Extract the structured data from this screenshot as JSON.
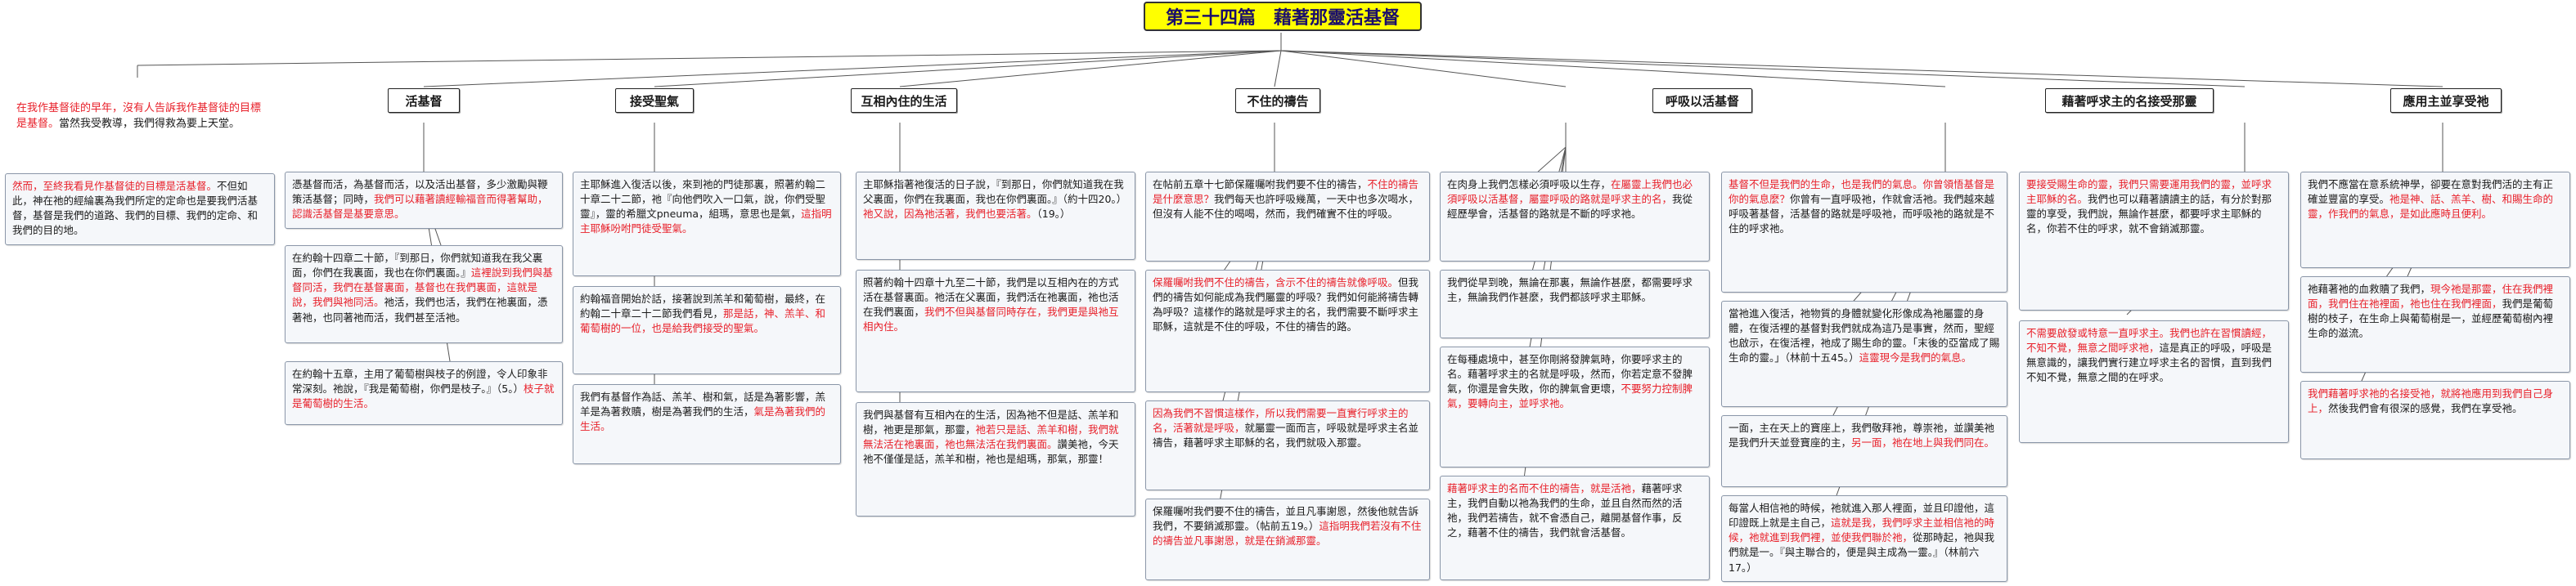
{
  "title": "第三十四篇　藉著那靈活基督",
  "colors": {
    "title_bg": "#ffff00",
    "red_text": "#e8202a",
    "node_bg": "#f5f7fa"
  },
  "intro": {
    "red": "在我作基督徒的早年，沒有人告訴我作基督徒的目標是基督。",
    "normal": "當然我受教導，我們得救為要上天堂。"
  },
  "left_note": {
    "red": "然而，至終我看見作基督徒的目標是活基督。",
    "normal": "不但如此，神在祂的經綸裏為我們所定的定命也是要我們活基督，基督是我們的道路、我們的目標、我們的定命、和我們的目的地。"
  },
  "branches": [
    {
      "label": "活基督",
      "nodes": [
        {
          "normal": "憑基督而活，為基督而活，以及活出基督，多少激勵與鞭策活基督；同時，",
          "red": "我們可以藉著讀經輸福音而得著幫助，認識活基督是基要意思。",
          "tail": ""
        },
        {
          "normal": "在約翰十四章二十節，『到那日，你們就知道我在我父裏面，你們在我裏面，我也在你們裏面。』",
          "red": "這裡說到我們與基督同活，我們在基督裏面，基督也在我們裏面，這就是說，我們與祂同活。",
          "tail": "祂活，我們也活，我們在祂裏面，憑著祂，也同著祂而活，我們甚至活祂。"
        },
        {
          "normal": "在約翰十五章，主用了葡萄樹與枝子的例證，令人印象非常深刻。祂說，『我是葡萄樹，你們是枝子。』（5。）",
          "red": "枝子就是葡萄樹的生活。",
          "tail": ""
        }
      ]
    },
    {
      "label": "接受聖氣",
      "nodes": [
        {
          "normal": "主耶穌進入復活以後，來到祂的門徒那裏，照著約翰二十章二十二節，祂『向他們吹入一口氣，說，你們受聖靈』，靈的希臘文pneuma，組瑪，意思也是氣，",
          "red": "這指明主耶穌吩咐門徒受聖氣。",
          "tail": ""
        },
        {
          "normal": "約翰福音開始於話，接著說到羔羊和葡萄樹，最終，在約翰二十章二十二節我們看見，",
          "red": "那是話，神、羔羊、和葡萄樹的一位，也是給我們接受的聖氣。",
          "tail": ""
        },
        {
          "normal": "我們有基督作為話、羔羊、樹和氣，話是為著影響，羔羊是為著救贖，樹是為著我們的生活，",
          "red": "氣是為著我們的生活。",
          "tail": ""
        }
      ]
    },
    {
      "label": "互相內住的生活",
      "nodes": [
        {
          "normal": "主耶穌指著祂復活的日子說，『到那日，你們就知道我在我父裏面，你們在我裏面，我也在你們裏面。』（約十四20。）",
          "red": "祂又說，因為祂活著，我們也要活著。",
          "tail": "（19。）"
        },
        {
          "normal": "照著約翰十四章十九至二十節，我們是以互相內在的方式活在基督裏面。祂活在父裏面，我們活在祂裏面，祂也活在我們裏面，",
          "red": "我們不但與基督同時存在，我們更是與祂互相內住。",
          "tail": ""
        },
        {
          "normal": "我們與基督有互相內在的生活，因為祂不但是話、羔羊和樹，祂更是那氣，那靈，",
          "red": "祂若只是話、羔羊和樹，我們就無法活在祂裏面，祂也無法活在我們裏面。",
          "tail": "讚美祂，今天祂不僅僅是話，羔羊和樹，祂也是組瑪，那氣，那靈！"
        }
      ]
    },
    {
      "label": "不住的禱告",
      "nodes": [
        {
          "normal": "在帖前五章十七節保羅囑咐我們要不住的禱告，",
          "red": "不住的禱告是什麼意思？",
          "tail": "我們每天也許呼吸幾萬，一天中也多次喝水，但沒有人能不住的喝喝，然而，我們確實不住的呼吸。"
        },
        {
          "normal": "",
          "red": "保羅囑咐我們不住的禱告，含示不住的禱告就像呼吸。",
          "tail": "但我們的禱告如何能成為我們屬靈的呼吸？我們如何能將禱告轉為呼吸？這樣作的路就是呼求主的名，我們需要不斷呼求主耶穌，這就是不住的呼吸，不住的禱告的路。"
        },
        {
          "normal": "",
          "red": "因為我們不習慣這樣作，所以我們需要一直實行呼求主的名，活著就是呼吸，",
          "tail": "就屬靈一面而言，呼吸就是呼求主名並禱告，藉著呼求主耶穌的名，我們就吸入那靈。"
        },
        {
          "normal": "保羅囑咐我們要不住的禱告，並且凡事謝恩，然後他就告訴我們，不要銷滅那靈。（帖前五19。）",
          "red": "這指明我們若沒有不住的禱告並凡事謝恩，就是在銷滅那靈。",
          "tail": ""
        }
      ]
    },
    {
      "label": "呼吸以活基督",
      "nodes": [
        {
          "normal": "在肉身上我們怎樣必須呼吸以生存，",
          "red": "在屬靈上我們也必須呼吸以活基督，屬靈呼吸的路就是呼求主的名，",
          "tail": "我從經歷學會，活基督的路就是不斷的呼求祂。"
        },
        {
          "normal": "我們從早到晚，無論在那裏，無論作甚麼，都需要呼求主，無論我們作甚麼，我們都該呼求主耶穌。",
          "red": "",
          "tail": ""
        },
        {
          "normal": "在每種處境中，甚至你剛將發脾氣時，你要呼求主的名。藉著呼求主的名就是呼吸，然而，你若定意不發脾氣，你還是會失敗，你的脾氣會更壞，",
          "red": "不要努力控制脾氣，要轉向主，並呼求祂。",
          "tail": ""
        },
        {
          "normal": "",
          "red": "藉著呼求主的名而不住的禱告，就是活祂，",
          "tail": "藉著呼求主，我們自動以祂為我們的生命，並且自然而然的活祂，我們若禱告，就不會憑自己，離開基督作事，反之，藉著不住的禱告，我們就會活基督。"
        }
      ]
    },
    {
      "label": "藉著呼求主的名接受那靈",
      "nodes": [
        {
          "normal": "",
          "red": "基督不但是我們的生命，也是我們的氣息。你曾領悟基督是你的氣息麼？",
          "tail": "你曾有一直呼吸祂，作就會活祂。我們越來越呼吸著基督，活基督的路就是呼吸祂，而呼吸祂的路就是不住的呼求祂。"
        },
        {
          "normal": "當祂進入復活，祂物質的身體就變化形像成為祂屬靈的身體，在復活裡的基督對我們就成為這乃是事實，然而，聖經也啟示，在復活裡，祂成了賜生命的靈。「末後的亞當成了賜生命的靈。」（林前十五45。）",
          "red": "這靈現今是我們的氣息。",
          "tail": ""
        },
        {
          "normal": "一面，主在天上的寶座上，我們敬拜祂，尊崇祂，並讚美祂是我們升天並登寶座的主，",
          "red": "另一面，祂在地上與我們同在。",
          "tail": ""
        },
        {
          "normal": "每當人相信祂的時候，祂就進入那人裡面，並且印證他，這印證既上就是主自己，",
          "red": "這就是我，我們呼求主並相信祂的時候，祂就進到我們裡，並使我們聯於祂，",
          "tail": "從那時起，祂與我們就是一。『與主聯合的，便是與主成為一靈。』（林前六17。）"
        }
      ]
    },
    {
      "label": "",
      "nodes": [
        {
          "normal": "",
          "red": "要接受賜生命的靈，我們只需要運用我們的靈，並呼求主耶穌的名。",
          "tail": "我們也可以藉著讀讀主的話，有分於對那靈的享受，我們說，無論作甚麼，都要呼求主耶穌的名，你若不住的呼求，就不會銷滅那靈。"
        },
        {
          "normal": "",
          "red": "不需要啟發或特意一直呼求主。我們也許在習慣讀經，不知不覺，無意之間呼求祂，",
          "tail": "這是真正的呼吸，呼吸是無意識的，讓我們實行建立呼求主名的習慣，直到我們不知不覺，無意之間的在呼求。"
        }
      ]
    },
    {
      "label": "應用主並享受祂",
      "nodes": [
        {
          "normal": "我們不應當在意系統神學，卻要在意對我們活的主有正確並豐富的享受。",
          "red": "祂是神、話、羔羊、樹、和賜生命的靈，作我們的氣息，是如此應時且便利。",
          "tail": ""
        },
        {
          "normal": "祂藉著祂的血救贖了我們，",
          "red": "現今祂是那靈，住在我們裡面，我們住在祂裡面，祂也住在我們裡面，",
          "tail": "我們是葡萄樹的枝子，在生命上與葡萄樹是一，並經歷葡萄樹內裡生命的滋流。"
        },
        {
          "normal": "",
          "red": "我們藉著呼求祂的名接受祂，就將祂應用到我們自己身上，",
          "tail": "然後我們會有很深的感覺，我們在享受祂。"
        }
      ]
    }
  ]
}
